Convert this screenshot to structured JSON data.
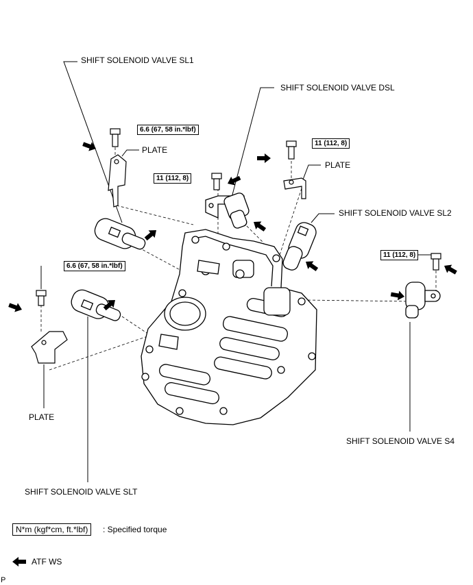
{
  "labels": {
    "sl1": "SHIFT SOLENOID VALVE SL1",
    "dsl": "SHIFT SOLENOID VALVE DSL",
    "sl2": "SHIFT SOLENOID VALVE SL2",
    "s4": "SHIFT SOLENOID VALVE S4",
    "slt": "SHIFT SOLENOID VALVE SLT",
    "plate_top_left": "PLATE",
    "plate_top_right": "PLATE",
    "plate_bottom_left": "PLATE"
  },
  "torques": {
    "sl1_bolt": "6.6 (67, 58 in.*lbf)",
    "left_bolt": "6.6 (67, 58 in.*lbf)",
    "dsl_bolt": "11 (112, 8)",
    "plate_right_bolt": "11 (112, 8)",
    "s4_bolt": "11 (112, 8)"
  },
  "legend": {
    "torque_box": "N*m (kgf*cm, ft.*lbf)",
    "torque_text": ": Specified torque",
    "arrow_text": "ATF WS"
  },
  "footer_code": "P",
  "colors": {
    "ink": "#000000",
    "paper": "#ffffff"
  }
}
